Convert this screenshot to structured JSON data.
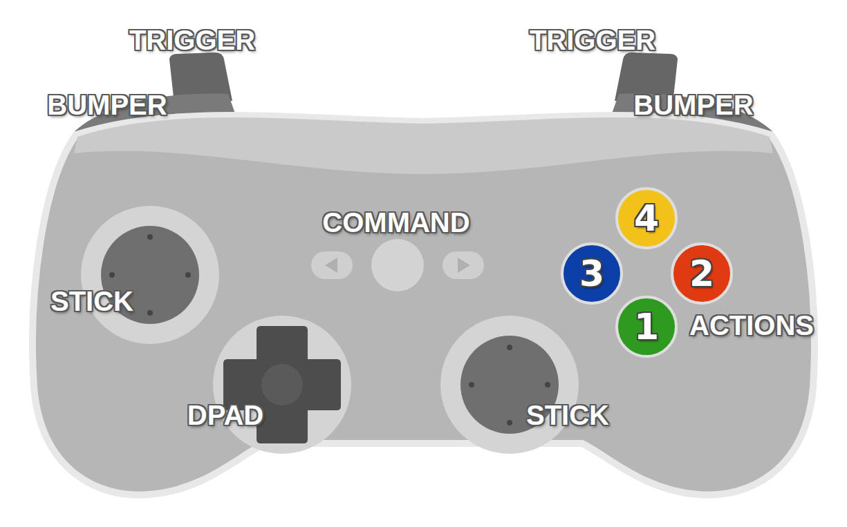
{
  "diagram": {
    "nodes": [
      {
        "text": [
          "4"
        ]
      },
      {
        "text": [
          "3"
        ]
      },
      {
        "text": [
          "2"
        ]
      },
      {
        "text": [
          "1"
        ]
      }
    ],
    "labels": [
      "TRIGGER",
      "TRIGGER",
      "BUMPER",
      "BUMPER",
      "COMMAND",
      "STICK",
      "ACTIONS",
      "DPAD",
      "STICK"
    ]
  }
}
